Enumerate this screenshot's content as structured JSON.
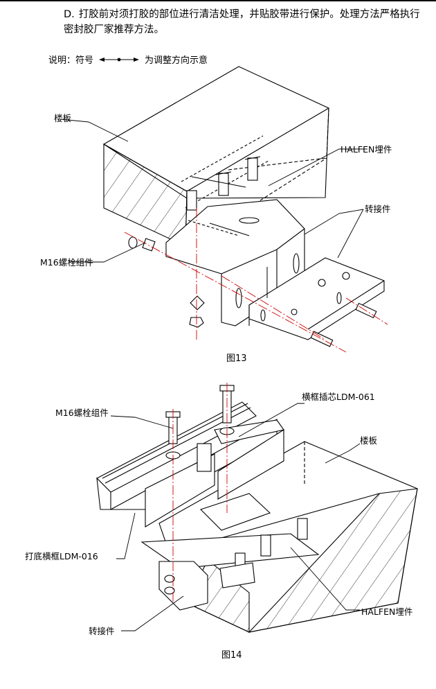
{
  "note": {
    "label": "D.",
    "text": "打胶前对须打胶的部位进行清洁处理，并贴胶带进行保护。处理方法严格执行密封胶厂家推荐方法。"
  },
  "legend": {
    "prefix": "说明：符号",
    "suffix": "为调整方向示意"
  },
  "figure13": {
    "caption": "图13",
    "labels": {
      "slab": "楼板",
      "halfen": "HALFEN埋件",
      "adapter": "转接件",
      "bolt": "M16螺栓组件"
    }
  },
  "figure14": {
    "caption": "图14",
    "labels": {
      "bolt": "M16螺栓组件",
      "core": "横框插芯LDM-061",
      "slab": "楼板",
      "base": "打底横框LDM-016",
      "halfen": "HALFEN埋件",
      "adapter": "转接件"
    }
  }
}
